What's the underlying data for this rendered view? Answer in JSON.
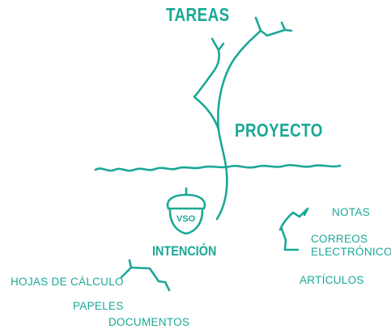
{
  "labels": {
    "tasks": "TAREAS",
    "project": "PROYECTO",
    "seed": "VSO",
    "intention": "INTENCIÓN",
    "notes": "NOTAS",
    "emails": "CORREOS\nELECTRÓNICOS",
    "articles": "ARTÍCULOS",
    "spreadsheets": "HOJAS DE CÁLCULO",
    "papers": "PAPELES",
    "documents": "DOCUMENTOS"
  },
  "colors": {
    "accent": "#1aa896"
  },
  "icons": {
    "seed": "acorn-icon",
    "sprout": "tree-branch-icon",
    "ground": "ground-line-icon",
    "arrows": "hand-drawn-arrow-icon"
  }
}
